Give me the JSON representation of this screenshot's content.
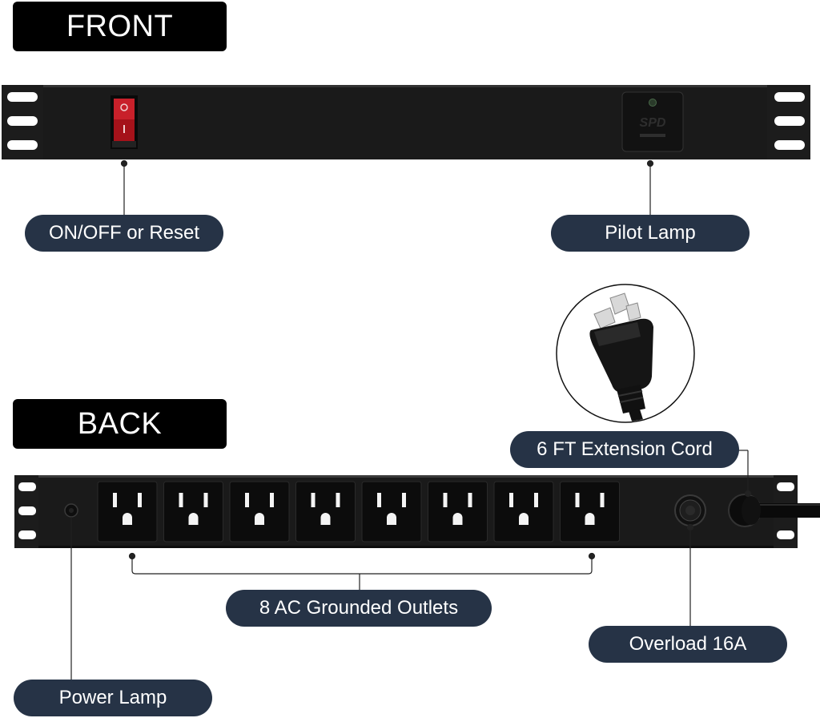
{
  "sections": {
    "front": "FRONT",
    "back": "BACK"
  },
  "callouts": {
    "on_off": "ON/OFF or Reset",
    "pilot_lamp": "Pilot Lamp",
    "extension_cord": "6 FT Extension Cord",
    "outlets": "8 AC Grounded Outlets",
    "overload": "Overload 16A",
    "power_lamp": "Power Lamp"
  },
  "spd_label": "SPD",
  "outlet_count": 8,
  "colors": {
    "pill_bg": "#263346",
    "switch_red": "#b5121b",
    "chassis": "#1a1a1a"
  }
}
